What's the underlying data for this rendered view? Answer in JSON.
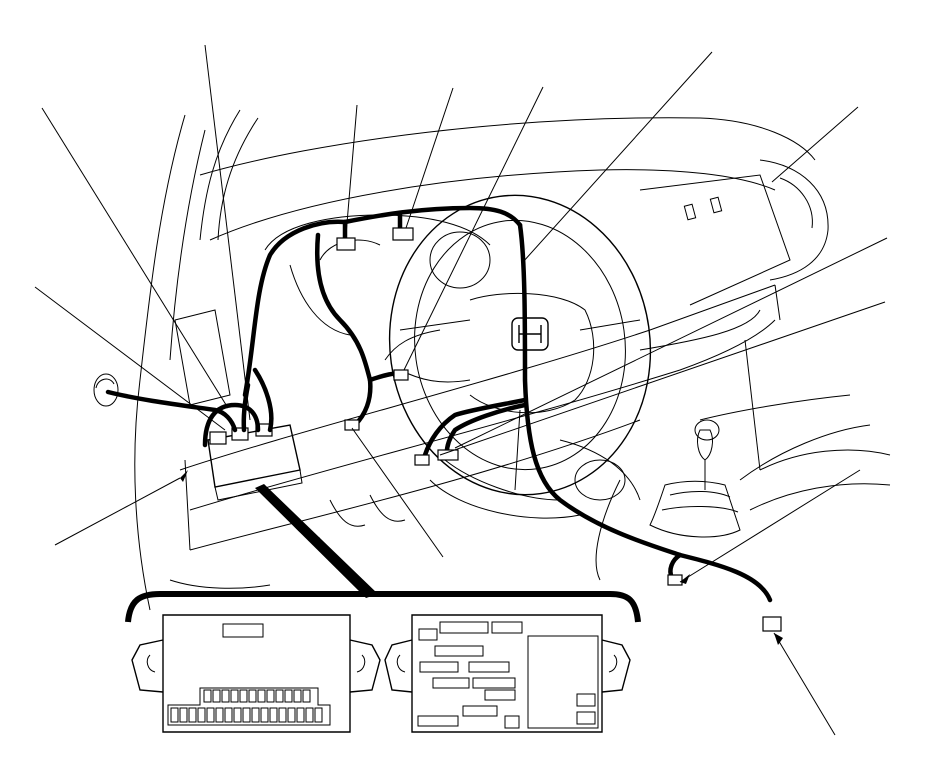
{
  "diagram": {
    "kind": "dashboard wire harness connector locator",
    "callout_count": 14,
    "detail_panels": [
      {
        "id": "fuse-relay-box-rear-connectors"
      },
      {
        "id": "fuse-relay-box-front-layout"
      }
    ],
    "colors": {
      "line": "#000000",
      "background": "#ffffff"
    }
  }
}
